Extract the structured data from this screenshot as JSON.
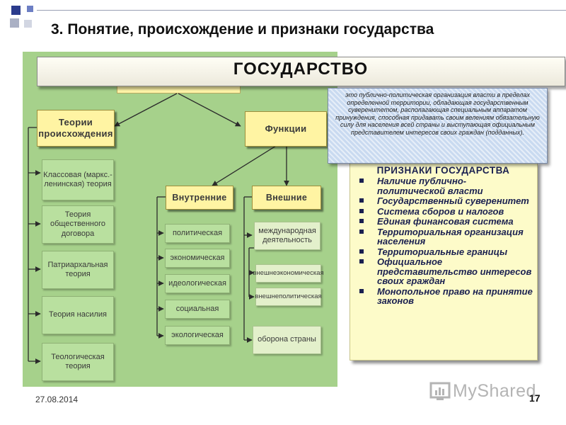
{
  "header": {
    "title": "3. Понятие, происхождение и признаки государства"
  },
  "diagram": {
    "back_title": "ГОСУДАРСТВО",
    "banner_title": "ГОСУДАРСТВО",
    "origin_theories": {
      "label": "Теории происхождения",
      "items": [
        "Классовая (маркс.-ленинская) теория",
        "Теория общественного договора",
        "Патриархальная теория",
        "Теория насилия",
        "Теологическая теория"
      ]
    },
    "functions": {
      "label": "Функции",
      "internal": {
        "label": "Внутренние",
        "items": [
          "политическая",
          "экономическая",
          "идеологическая",
          "социальная",
          "экологическая"
        ]
      },
      "external": {
        "label": "Внешние",
        "international": "международная деятельность",
        "items": [
          "внешнеэкономическая",
          "внешнеполитическая"
        ],
        "defense": "оборона страны"
      }
    }
  },
  "definition": "это публично-политическая организация власти в пределах определенной территории, обладающая государственным суверенитетом, располагающая специальным аппаратом принуждения, способная придавать своим велениям обязательную силу для населения всей страны и выступающая официальным представителем интересов своих граждан (подданных).",
  "signs": {
    "title": "ПРИЗНАКИ ГОСУДАРСТВА",
    "items": [
      "Наличие публично-политической власти",
      "Государственный суверенитет",
      "Система сборов и налогов",
      "Единая финансовая система",
      "Территориальная организация населения",
      "Территориальные границы",
      "Официальное представительство интересов своих граждан",
      "Монопольное право на принятие законов"
    ]
  },
  "footer": {
    "date": "27.08.2014",
    "page_number": "17",
    "watermark": "MyShared"
  },
  "colors": {
    "panel_green": "#a6d18b",
    "box_yellow": "#fff4a3",
    "box_green": "#b9e09f",
    "definition_blue": "#c9daf0",
    "signs_yellow": "#fdfbc9",
    "signs_text": "#1a2050"
  }
}
